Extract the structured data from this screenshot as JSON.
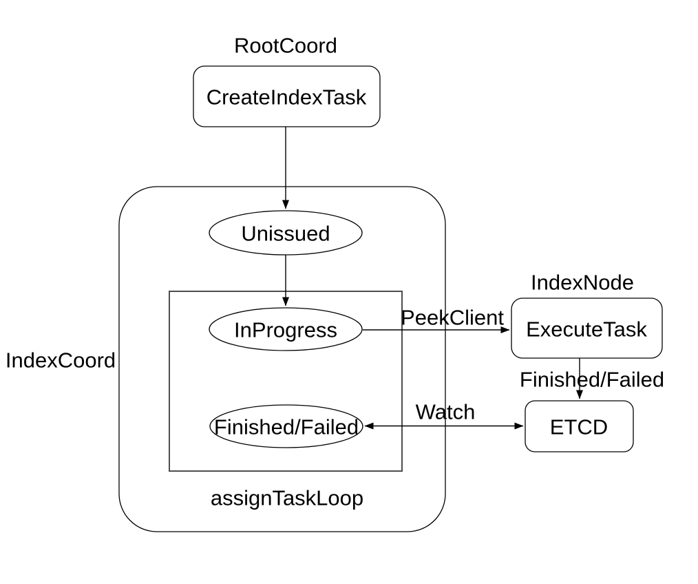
{
  "colors": {
    "background": "#ffffff",
    "shape_stroke": "#000000",
    "loop_box_stroke": "#4d4d4d",
    "text": "#000000"
  },
  "containers": {
    "root_coord": {
      "label": "RootCoord"
    },
    "index_coord": {
      "label": "IndexCoord"
    },
    "index_node": {
      "label": "IndexNode"
    },
    "assign_task_loop": {
      "label": "assignTaskLoop"
    }
  },
  "nodes": {
    "create_index_task": {
      "label": "CreateIndexTask",
      "shape": "rounded-rect"
    },
    "unissued": {
      "label": "Unissued",
      "shape": "ellipse"
    },
    "in_progress": {
      "label": "InProgress",
      "shape": "ellipse"
    },
    "finished_failed": {
      "label": "Finished/Failed",
      "shape": "ellipse"
    },
    "execute_task": {
      "label": "ExecuteTask",
      "shape": "rounded-rect"
    },
    "etcd": {
      "label": "ETCD",
      "shape": "rounded-rect"
    }
  },
  "edges": {
    "peek_client": {
      "label": "PeekClient",
      "from": "InProgress",
      "to": "ExecuteTask"
    },
    "execute_to_etcd": {
      "label": "Finished/Failed",
      "from": "ExecuteTask",
      "to": "ETCD"
    },
    "watch": {
      "label": "Watch",
      "from": "ETCD",
      "to": "Finished/Failed",
      "bidirectional": true
    }
  }
}
